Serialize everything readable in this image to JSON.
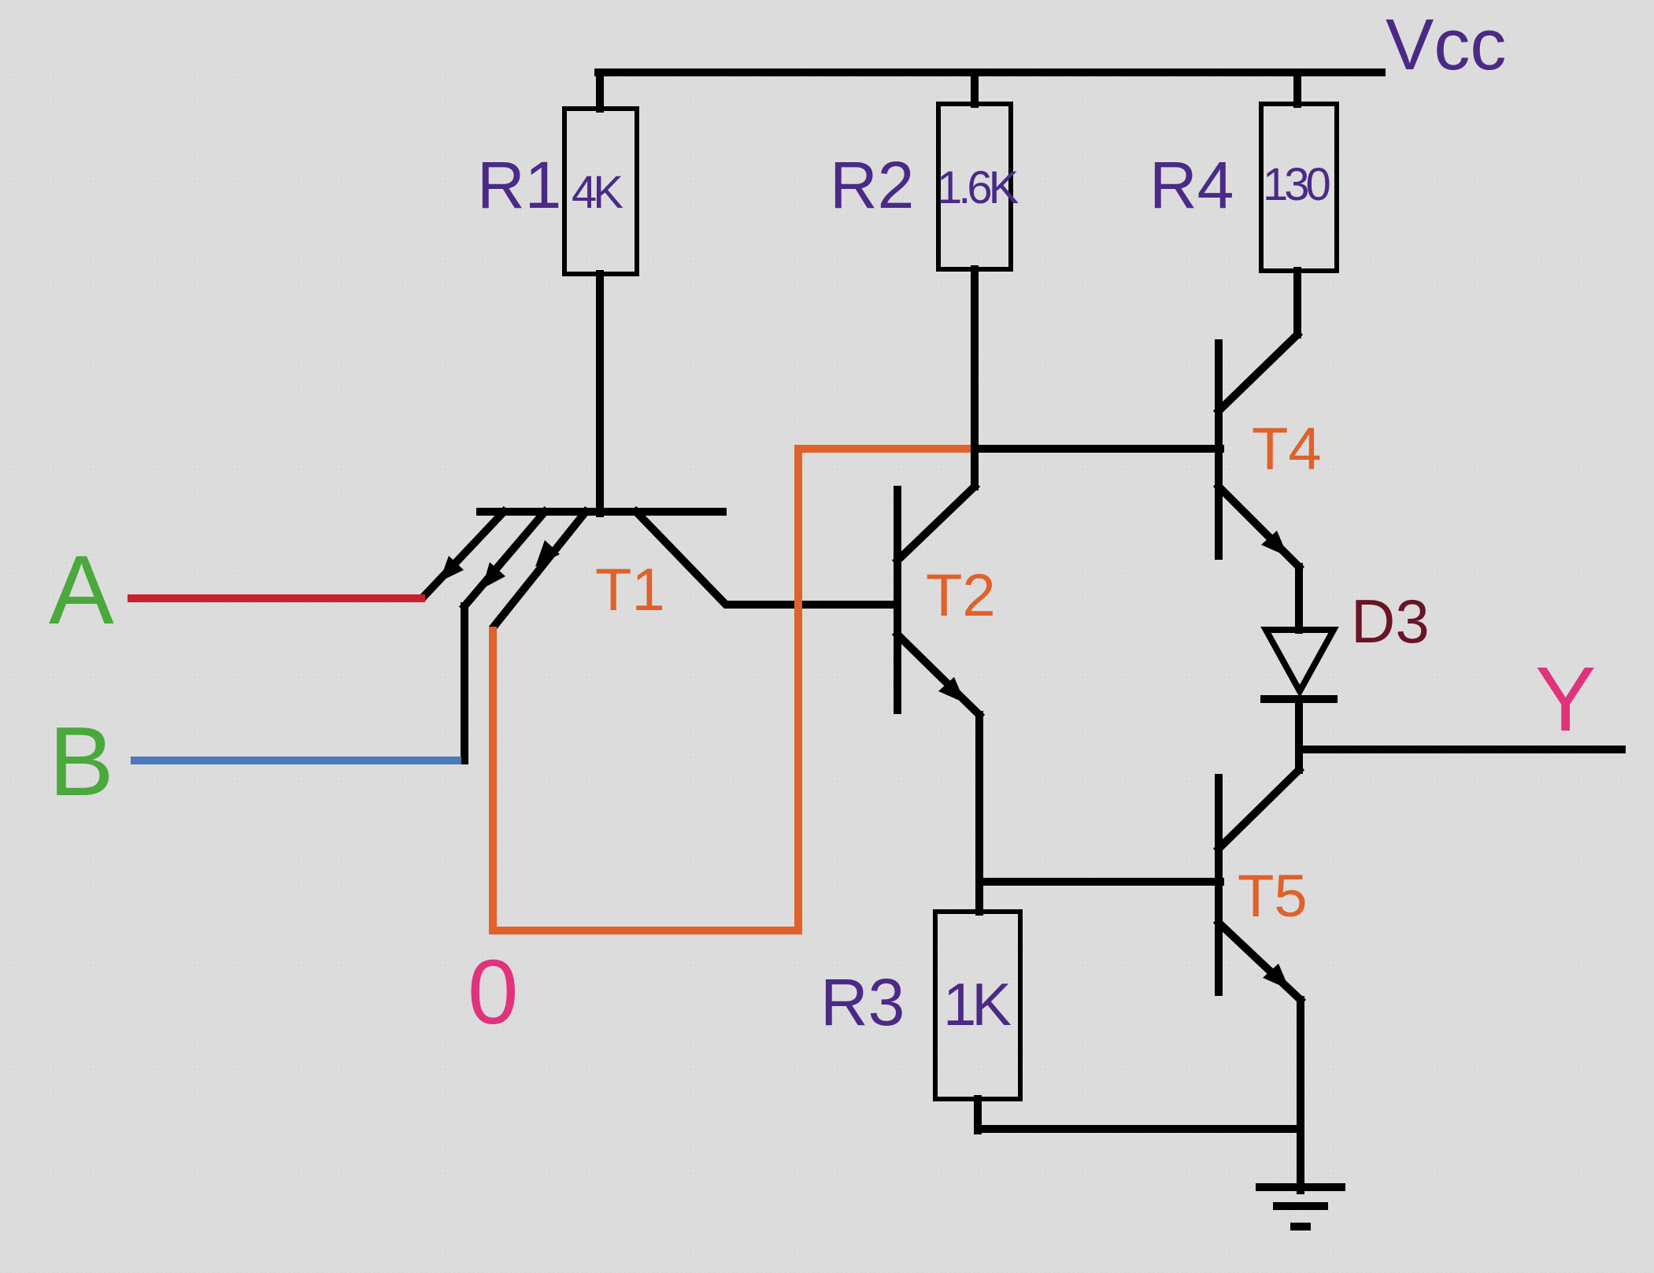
{
  "supply": {
    "label": "Vcc"
  },
  "resistors": [
    {
      "name": "R1",
      "value": "4K"
    },
    {
      "name": "R2",
      "value": "1.6K"
    },
    {
      "name": "R4",
      "value": "130"
    },
    {
      "name": "R3",
      "value": "1K"
    }
  ],
  "transistors": [
    "T1",
    "T2",
    "T4",
    "T5"
  ],
  "diode": {
    "name": "D3"
  },
  "inputs": [
    "A",
    "B"
  ],
  "input_zero_label": "0",
  "output": {
    "label": "Y"
  },
  "colors": {
    "background": "#dcdcdc",
    "wire": "#000000",
    "wire_input_a": "#c8202f",
    "wire_input_b": "#4a78b8",
    "wire_highlight": "#e0612a",
    "component_label": "#4a2a86",
    "transistor_label": "#e0612a",
    "diode_label": "#6a1428",
    "input_label": "#4aa83c",
    "output_label": "#e0337c"
  }
}
